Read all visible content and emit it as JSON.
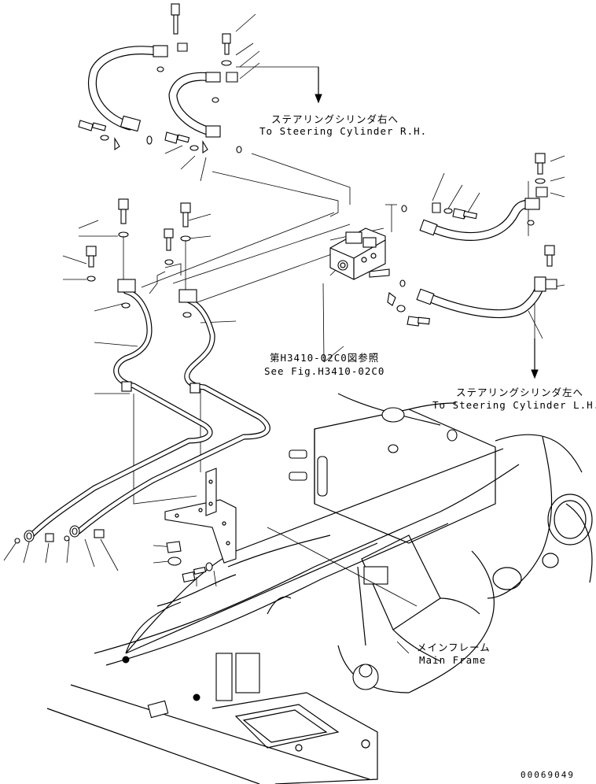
{
  "labels": {
    "steering_rh_jp": "ステアリングシリンダ右へ",
    "steering_rh_en": "To Steering Cylinder R.H.",
    "see_fig_jp": "第H3410-02C0図参照",
    "see_fig_en": "See Fig.H3410-02C0",
    "steering_lh_jp": "ステアリングシリンダ左へ",
    "steering_lh_en": "To Steering Cylinder L.H.",
    "main_frame_jp": "メインフレーム",
    "main_frame_en": "Main Frame",
    "drawing_number": "00069049"
  }
}
